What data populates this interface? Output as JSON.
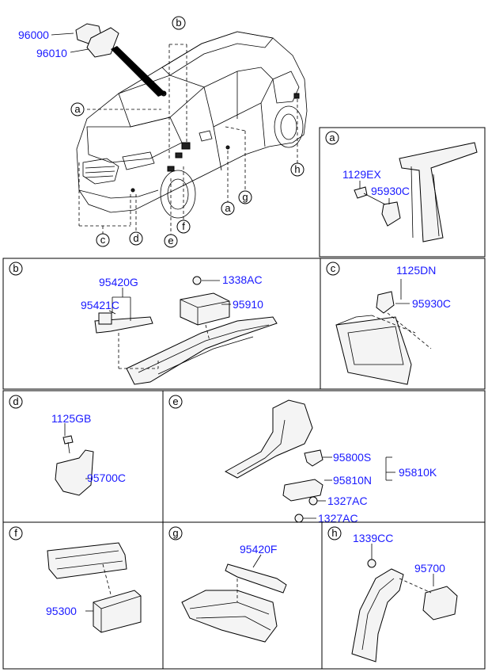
{
  "callouts": {
    "a": "a",
    "b": "b",
    "c": "c",
    "d": "d",
    "e": "e",
    "f": "f",
    "g": "g",
    "h": "h"
  },
  "overview": {
    "parts": [
      "96000",
      "96010"
    ]
  },
  "panel_a": {
    "letter": "a",
    "parts": [
      "1129EX",
      "95930C"
    ]
  },
  "panel_b": {
    "letter": "b",
    "parts": [
      "95420G",
      "1338AC",
      "95421C",
      "95910"
    ]
  },
  "panel_c": {
    "letter": "c",
    "parts": [
      "1125DN",
      "95930C"
    ]
  },
  "panel_d": {
    "letter": "d",
    "parts": [
      "1125GB",
      "95700C"
    ]
  },
  "panel_e": {
    "letter": "e",
    "parts": [
      "95800S",
      "95810K",
      "95810N",
      "1327AC",
      "1327AC"
    ]
  },
  "panel_f": {
    "letter": "f",
    "parts": [
      "95300"
    ]
  },
  "panel_g": {
    "letter": "g",
    "parts": [
      "95420F"
    ]
  },
  "panel_h": {
    "letter": "h",
    "parts": [
      "1339CC",
      "95700"
    ]
  },
  "colors": {
    "part_number": "#1a1aff",
    "line": "#000000",
    "background": "#ffffff"
  }
}
